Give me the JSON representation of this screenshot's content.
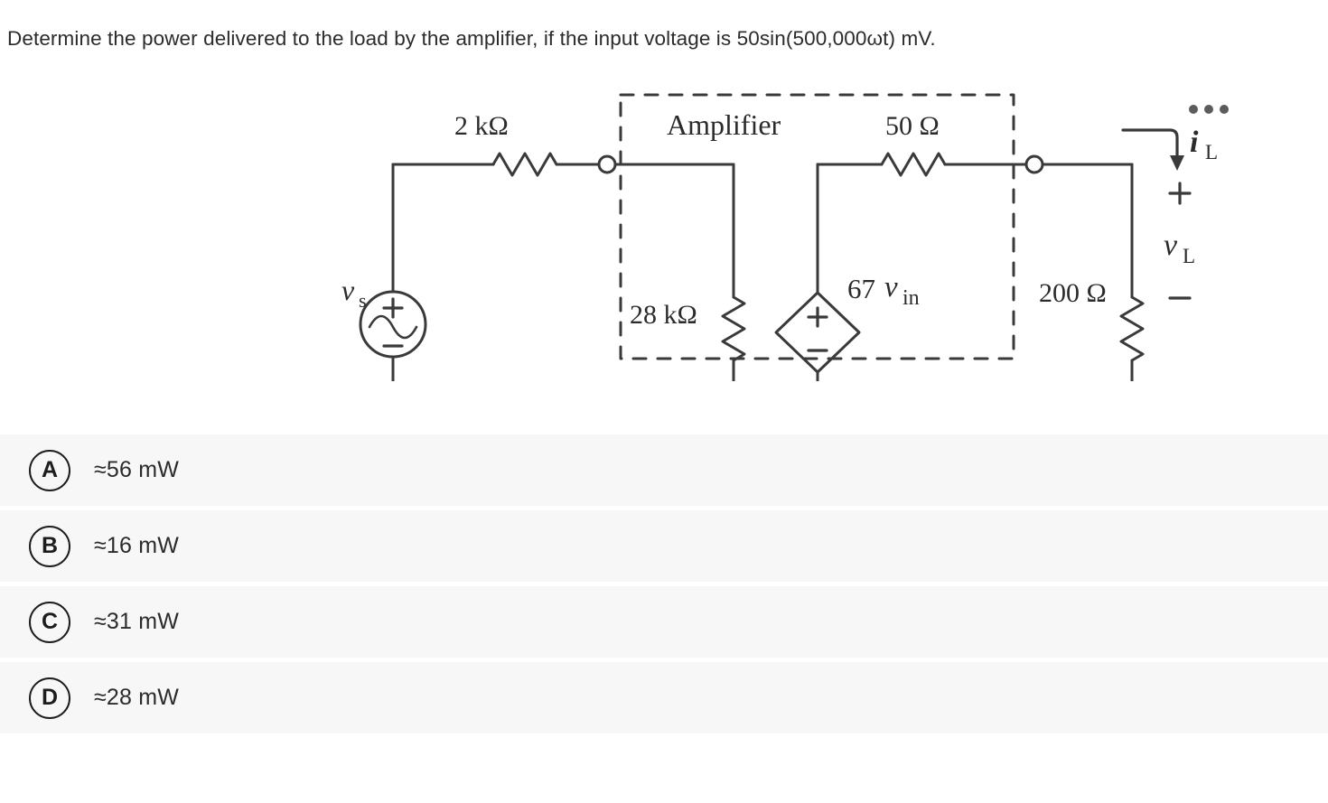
{
  "question": {
    "prompt": "Determine the power delivered to the load by the amplifier, if the input voltage is 50sin(500,000ωt) mV."
  },
  "menu": {
    "name": "overflow-menu",
    "dots": "•••"
  },
  "figure": {
    "title": "amplifier-circuit-schematic",
    "amplifier_box_label": "Amplifier",
    "source_label": "v",
    "source_sub": "s",
    "source_plus": "+",
    "source_minus": "−",
    "r_series_label": "2 kΩ",
    "r_input_label": "28 kΩ",
    "r_output_label": "50 Ω",
    "r_load_label": "200 Ω",
    "dep_source_gain": "67",
    "dep_source_var": "v",
    "dep_source_sub": "in",
    "dep_plus": "+",
    "dep_minus": "−",
    "current_label": "i",
    "current_sub": "L",
    "load_voltage_label": "v",
    "load_voltage_sub": "L",
    "load_plus": "+",
    "load_minus": "−"
  },
  "options": [
    {
      "letter": "A",
      "text": "≈56 mW"
    },
    {
      "letter": "B",
      "text": "≈16 mW"
    },
    {
      "letter": "C",
      "text": "≈31 mW"
    },
    {
      "letter": "D",
      "text": "≈28 mW"
    }
  ],
  "colors": {
    "page_background": "#ffffff",
    "option_background": "#f7f7f7",
    "text": "#2b2b2b",
    "circuit_ink": "#3a3a3a",
    "dot_gray": "#5c5c5c"
  }
}
